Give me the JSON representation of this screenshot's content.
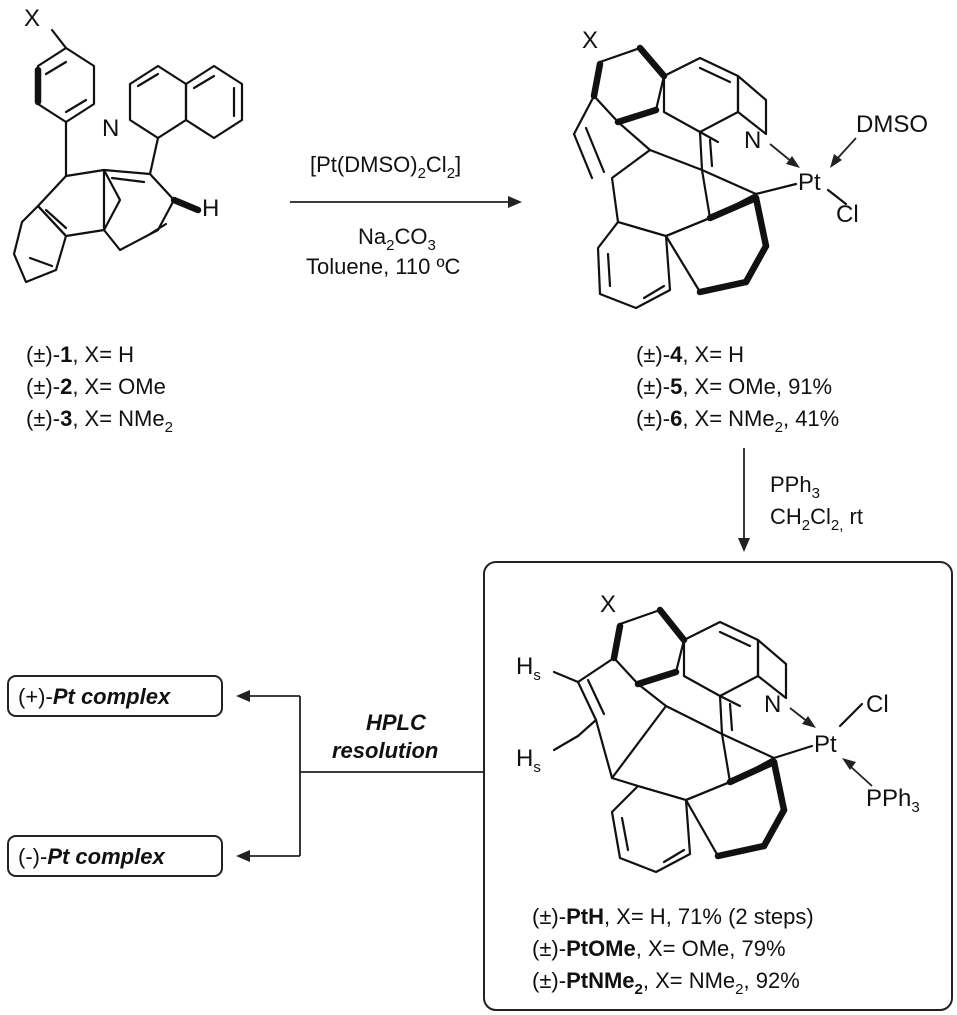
{
  "reaction1": {
    "reagent_top": "[Pt(DMSO)",
    "reagent_top_sub": "2",
    "reagent_top_tail": "Cl",
    "reagent_top_sub2": "2",
    "reagent_top_end": "]",
    "base": "Na",
    "base_sub": "2",
    "base_mid": "CO",
    "base_sub2": "3",
    "solvent": "Toluene, 110 ºC"
  },
  "reaction2": {
    "reagent": "PPh",
    "reagent_sub": "3",
    "solvent_a": "CH",
    "solvent_sub1": "2",
    "solvent_b": "Cl",
    "solvent_sub2": "2,",
    "solvent_c": " rt"
  },
  "atoms": {
    "x": "X",
    "n": "N",
    "h": "H",
    "pt": "Pt",
    "cl": "Cl",
    "dmso": "DMSO",
    "hs": "H",
    "hs_sub": "s",
    "pph3": "PPh",
    "pph3_sub": "3"
  },
  "ligands": [
    {
      "prefix": "(±)-",
      "id": "1",
      "rest": ", X= H"
    },
    {
      "prefix": "(±)-",
      "id": "2",
      "rest": ", X= OMe"
    },
    {
      "prefix": "(±)-",
      "id": "3",
      "rest": ", X= NMe",
      "sub": "2"
    }
  ],
  "complexes": [
    {
      "prefix": "(±)-",
      "id": "4",
      "rest": ", X= H"
    },
    {
      "prefix": "(±)-",
      "id": "5",
      "rest": ", X= OMe, 91%"
    },
    {
      "prefix": "(±)-",
      "id": "6",
      "rest": ", X= NMe",
      "sub": "2",
      "tail": ", 41%"
    }
  ],
  "products": [
    {
      "prefix": "(±)-",
      "id": "PtH",
      "rest": ", X= H, 71% (2 steps)"
    },
    {
      "prefix": "(±)-",
      "id": "PtOMe",
      "rest": ", X= OMe, 79%"
    },
    {
      "prefix": "(±)-",
      "id": "PtNMe",
      "id_sub": "2",
      "rest": ", X= NMe",
      "sub": "2",
      "tail": ", 92%"
    }
  ],
  "hplc": {
    "line1": "HPLC",
    "line2": "resolution"
  },
  "enantiomers": [
    {
      "prefix": "(+)-",
      "name": "Pt complex"
    },
    {
      "prefix": "(-)-",
      "name": "Pt complex"
    }
  ]
}
